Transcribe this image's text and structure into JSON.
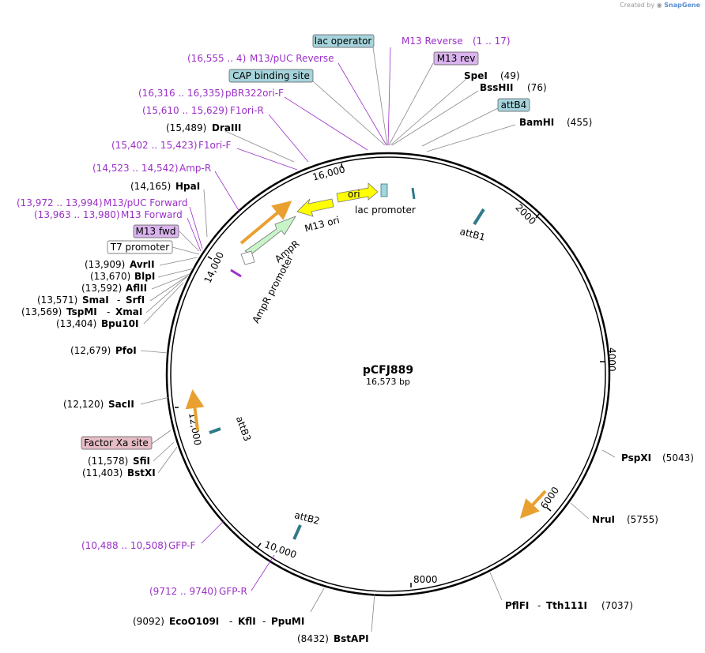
{
  "credit": {
    "prefix": "Created by",
    "brand": "SnapGene"
  },
  "plasmid": {
    "name": "pCFJ889",
    "length": "16,573 bp"
  },
  "colors": {
    "backbone": "#000000",
    "primer": "#9b30c8",
    "feature_teal_fill": "#a6d4dc",
    "feature_purple_fill": "#dab4ee",
    "feature_pink_fill": "#e6bcc6",
    "ori": "#ffff00",
    "ampr": "#c8f5c8",
    "orange": "#e9a030",
    "att": "#2f7a8a"
  },
  "map_features": [
    {
      "name": "ori-label",
      "text": "ori"
    },
    {
      "name": "m13-ori-label",
      "text": "M13 ori"
    },
    {
      "name": "lac-promoter-label",
      "text": "lac promoter"
    },
    {
      "name": "ampr-label",
      "text": "AmpR"
    },
    {
      "name": "ampr-promoter-label",
      "text": "AmpR promoter"
    },
    {
      "name": "attb1-label",
      "text": "attB1"
    },
    {
      "name": "attb2-label",
      "text": "attB2"
    },
    {
      "name": "attb3-label",
      "text": "attB3"
    }
  ],
  "ticks": [
    "2000",
    "4000",
    "6000",
    "8000",
    "10,000",
    "12,000",
    "14,000",
    "16,000"
  ],
  "sites": [
    {
      "name": "lac-operator",
      "text": "lac operator",
      "style": "teal"
    },
    {
      "name": "m13-reverse-primer",
      "text": "M13 Reverse",
      "pos": "(1 .. 17)",
      "style": "purple"
    },
    {
      "name": "m13-pucr-reverse-primer",
      "text": "M13/pUC Reverse",
      "pos": "(16,555 .. 4)",
      "style": "purple"
    },
    {
      "name": "m13-rev",
      "text": "M13 rev",
      "style": "purplebox"
    },
    {
      "name": "cap-binding-site",
      "text": "CAP binding site",
      "style": "teal"
    },
    {
      "name": "spei-site",
      "text": "SpeI",
      "pos": "(49)",
      "style": "bold"
    },
    {
      "name": "bsshii-site",
      "text": "BssHII",
      "pos": "(76)",
      "style": "bold"
    },
    {
      "name": "pbr322ori-f-primer",
      "text": "pBR322ori-F",
      "pos": "(16,316 .. 16,335)",
      "style": "purple"
    },
    {
      "name": "attb4",
      "text": "attB4",
      "style": "teal"
    },
    {
      "name": "f1ori-r-primer",
      "text": "F1ori-R",
      "pos": "(15,610 .. 15,629)",
      "style": "purple"
    },
    {
      "name": "bamhi-site",
      "text": "BamHI",
      "pos": "(455)",
      "style": "bold"
    },
    {
      "name": "draiii-site",
      "text": "DraIII",
      "pos": "(15,489)",
      "style": "bold"
    },
    {
      "name": "f1ori-f-primer",
      "text": "F1ori-F",
      "pos": "(15,402 .. 15,423)",
      "style": "purple"
    },
    {
      "name": "amp-r-primer",
      "text": "Amp-R",
      "pos": "(14,523 .. 14,542)",
      "style": "purple"
    },
    {
      "name": "hpai-site",
      "text": "HpaI",
      "pos": "(14,165)",
      "style": "bold"
    },
    {
      "name": "m13-puc-forward-primer",
      "text": "M13/pUC Forward",
      "pos": "(13,972 .. 13,994)",
      "style": "purple"
    },
    {
      "name": "m13-forward-primer",
      "text": "M13 Forward",
      "pos": "(13,963 .. 13,980)",
      "style": "purple"
    },
    {
      "name": "m13-fwd",
      "text": "M13 fwd",
      "style": "purplebox"
    },
    {
      "name": "t7-promoter",
      "text": "T7 promoter",
      "style": "whitebox"
    },
    {
      "name": "avrii-site",
      "text": "AvrII",
      "pos": "(13,909)",
      "style": "bold"
    },
    {
      "name": "blpi-site",
      "text": "BlpI",
      "pos": "(13,670)",
      "style": "bold"
    },
    {
      "name": "aflii-site",
      "text": "AflII",
      "pos": "(13,592)",
      "style": "bold"
    },
    {
      "name": "smai-srfi-site",
      "text": "SmaI",
      "text2": "SrfI",
      "pos": "(13,571)",
      "style": "bold"
    },
    {
      "name": "tspmi-xmai-site",
      "text": "TspMI",
      "text2": "XmaI",
      "pos": "(13,569)",
      "style": "bold"
    },
    {
      "name": "bpu10i-site",
      "text": "Bpu10I",
      "pos": "(13,404)",
      "style": "bold"
    },
    {
      "name": "pfoi-site",
      "text": "PfoI",
      "pos": "(12,679)",
      "style": "bold"
    },
    {
      "name": "sacii-site",
      "text": "SacII",
      "pos": "(12,120)",
      "style": "bold"
    },
    {
      "name": "factor-xa-site",
      "text": "Factor Xa site",
      "style": "pinkbox"
    },
    {
      "name": "sfii-site",
      "text": "SfiI",
      "pos": "(11,578)",
      "style": "bold"
    },
    {
      "name": "bstxi-site",
      "text": "BstXI",
      "pos": "(11,403)",
      "style": "bold"
    },
    {
      "name": "pspxi-site",
      "text": "PspXI",
      "pos": "(5043)",
      "style": "bold"
    },
    {
      "name": "nrui-site",
      "text": "NruI",
      "pos": "(5755)",
      "style": "bold"
    },
    {
      "name": "gfp-f-primer",
      "text": "GFP-F",
      "pos": "(10,488 .. 10,508)",
      "style": "purple"
    },
    {
      "name": "gfp-r-primer",
      "text": "GFP-R",
      "pos": "(9712 .. 9740)",
      "style": "purple"
    },
    {
      "name": "pflfi-tth111i-site",
      "text": "PflFI",
      "text2": "Tth111I",
      "pos": "(7037)",
      "style": "bold"
    },
    {
      "name": "eco0109i-site",
      "text": "EcoO109I",
      "text2": "KflI",
      "text3": "PpuMI",
      "pos": "(9092)",
      "style": "bold"
    },
    {
      "name": "bstapi-site",
      "text": "BstAPI",
      "pos": "(8432)",
      "style": "bold"
    }
  ]
}
